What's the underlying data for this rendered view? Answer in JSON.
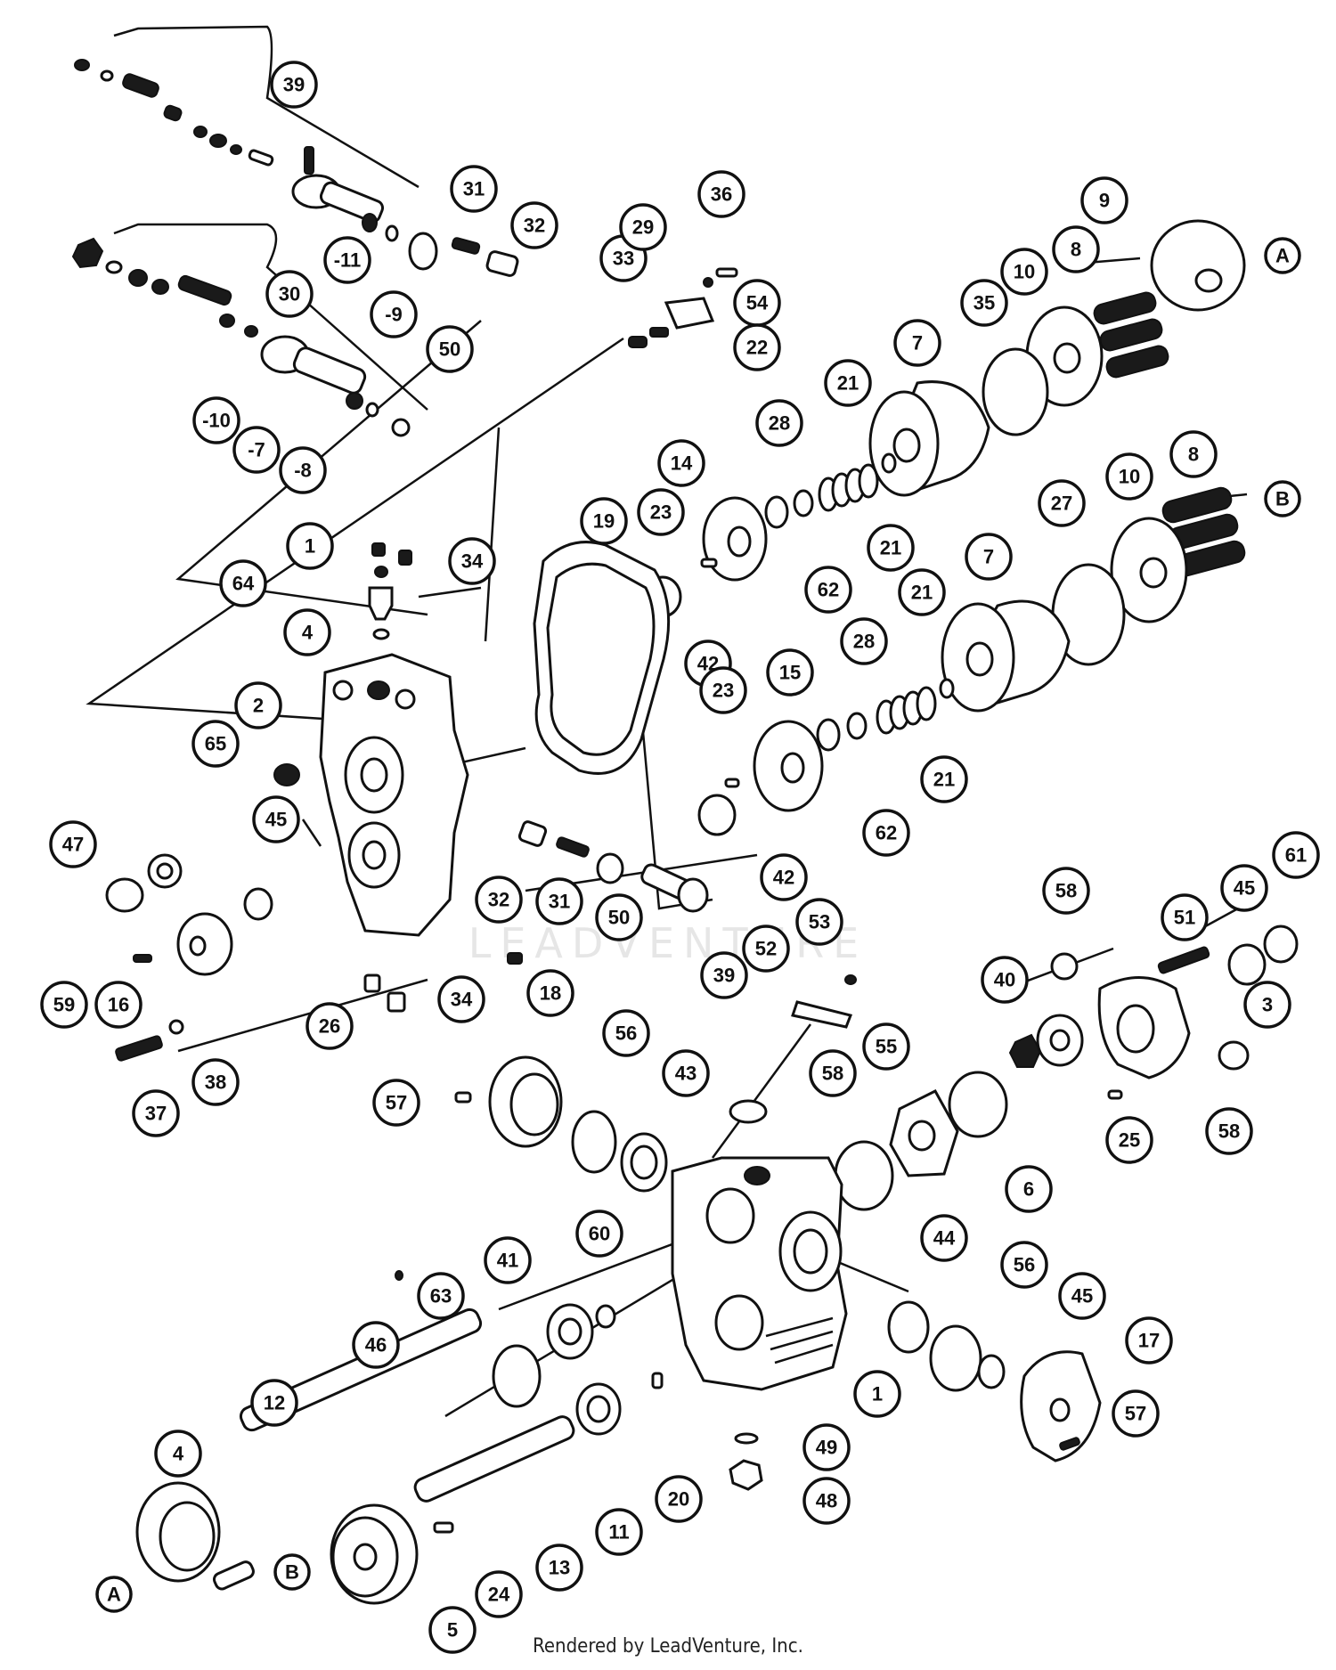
{
  "watermark": "LEADVENTURE",
  "footer": "Rendered by LeadVenture, Inc.",
  "callouts": [
    {
      "id": "c39a",
      "label": "39"
    },
    {
      "id": "c31a",
      "label": "31"
    },
    {
      "id": "c32a",
      "label": "32"
    },
    {
      "id": "c33",
      "label": "33"
    },
    {
      "id": "c29",
      "label": "29"
    },
    {
      "id": "c36",
      "label": "36"
    },
    {
      "id": "c54",
      "label": "54"
    },
    {
      "id": "c22",
      "label": "22"
    },
    {
      "id": "c9a",
      "label": "9"
    },
    {
      "id": "cA1",
      "label": "A"
    },
    {
      "id": "c11n",
      "label": "-11"
    },
    {
      "id": "c9n",
      "label": "-9"
    },
    {
      "id": "c50a",
      "label": "50"
    },
    {
      "id": "c30",
      "label": "30"
    },
    {
      "id": "c10n",
      "label": "-10"
    },
    {
      "id": "c7n",
      "label": "-7"
    },
    {
      "id": "c8n",
      "label": "-8"
    },
    {
      "id": "c8a",
      "label": "8"
    },
    {
      "id": "c10a",
      "label": "10"
    },
    {
      "id": "c35",
      "label": "35"
    },
    {
      "id": "c7a",
      "label": "7"
    },
    {
      "id": "c21a",
      "label": "21"
    },
    {
      "id": "c28a",
      "label": "28"
    },
    {
      "id": "c14",
      "label": "14"
    },
    {
      "id": "c21b",
      "label": "21"
    },
    {
      "id": "c62a",
      "label": "62"
    },
    {
      "id": "c23a",
      "label": "23"
    },
    {
      "id": "c19",
      "label": "19"
    },
    {
      "id": "c1a",
      "label": "1"
    },
    {
      "id": "c34a",
      "label": "34"
    },
    {
      "id": "c64",
      "label": "64"
    },
    {
      "id": "c4a",
      "label": "4"
    },
    {
      "id": "c42a",
      "label": "42"
    },
    {
      "id": "c8b",
      "label": "8"
    },
    {
      "id": "cB1",
      "label": "B"
    },
    {
      "id": "c10b",
      "label": "10"
    },
    {
      "id": "c27",
      "label": "27"
    },
    {
      "id": "c7b",
      "label": "7"
    },
    {
      "id": "c21c",
      "label": "21"
    },
    {
      "id": "c28b",
      "label": "28"
    },
    {
      "id": "c15",
      "label": "15"
    },
    {
      "id": "c23b",
      "label": "23"
    },
    {
      "id": "c21d",
      "label": "21"
    },
    {
      "id": "c62b",
      "label": "62"
    },
    {
      "id": "c2",
      "label": "2"
    },
    {
      "id": "c65",
      "label": "65"
    },
    {
      "id": "c42b",
      "label": "42"
    },
    {
      "id": "c47",
      "label": "47"
    },
    {
      "id": "c45a",
      "label": "45"
    },
    {
      "id": "c32b",
      "label": "32"
    },
    {
      "id": "c31b",
      "label": "31"
    },
    {
      "id": "c50b",
      "label": "50"
    },
    {
      "id": "c39b",
      "label": "39"
    },
    {
      "id": "c59",
      "label": "59"
    },
    {
      "id": "c16",
      "label": "16"
    },
    {
      "id": "c26",
      "label": "26"
    },
    {
      "id": "c34b",
      "label": "34"
    },
    {
      "id": "c37",
      "label": "37"
    },
    {
      "id": "c38",
      "label": "38"
    },
    {
      "id": "c18",
      "label": "18"
    },
    {
      "id": "c57a",
      "label": "57"
    },
    {
      "id": "c56a",
      "label": "56"
    },
    {
      "id": "c43",
      "label": "43"
    },
    {
      "id": "c52",
      "label": "52"
    },
    {
      "id": "c53",
      "label": "53"
    },
    {
      "id": "c58a",
      "label": "58"
    },
    {
      "id": "c58b",
      "label": "58"
    },
    {
      "id": "c51",
      "label": "51"
    },
    {
      "id": "c45b",
      "label": "45"
    },
    {
      "id": "c61",
      "label": "61"
    },
    {
      "id": "c40",
      "label": "40"
    },
    {
      "id": "c3",
      "label": "3"
    },
    {
      "id": "c55",
      "label": "55"
    },
    {
      "id": "c25",
      "label": "25"
    },
    {
      "id": "c58c",
      "label": "58"
    },
    {
      "id": "c6",
      "label": "6"
    },
    {
      "id": "c60",
      "label": "60"
    },
    {
      "id": "c41",
      "label": "41"
    },
    {
      "id": "c63",
      "label": "63"
    },
    {
      "id": "c44",
      "label": "44"
    },
    {
      "id": "c56b",
      "label": "56"
    },
    {
      "id": "c45c",
      "label": "45"
    },
    {
      "id": "c17",
      "label": "17"
    },
    {
      "id": "c46",
      "label": "46"
    },
    {
      "id": "c12",
      "label": "12"
    },
    {
      "id": "c1b",
      "label": "1"
    },
    {
      "id": "c57b",
      "label": "57"
    },
    {
      "id": "c49",
      "label": "49"
    },
    {
      "id": "c48",
      "label": "48"
    },
    {
      "id": "c4b",
      "label": "4"
    },
    {
      "id": "c20",
      "label": "20"
    },
    {
      "id": "c11",
      "label": "11"
    },
    {
      "id": "c13",
      "label": "13"
    },
    {
      "id": "cB2",
      "label": "B"
    },
    {
      "id": "cA2",
      "label": "A"
    },
    {
      "id": "c24",
      "label": "24"
    },
    {
      "id": "c5",
      "label": "5"
    }
  ]
}
